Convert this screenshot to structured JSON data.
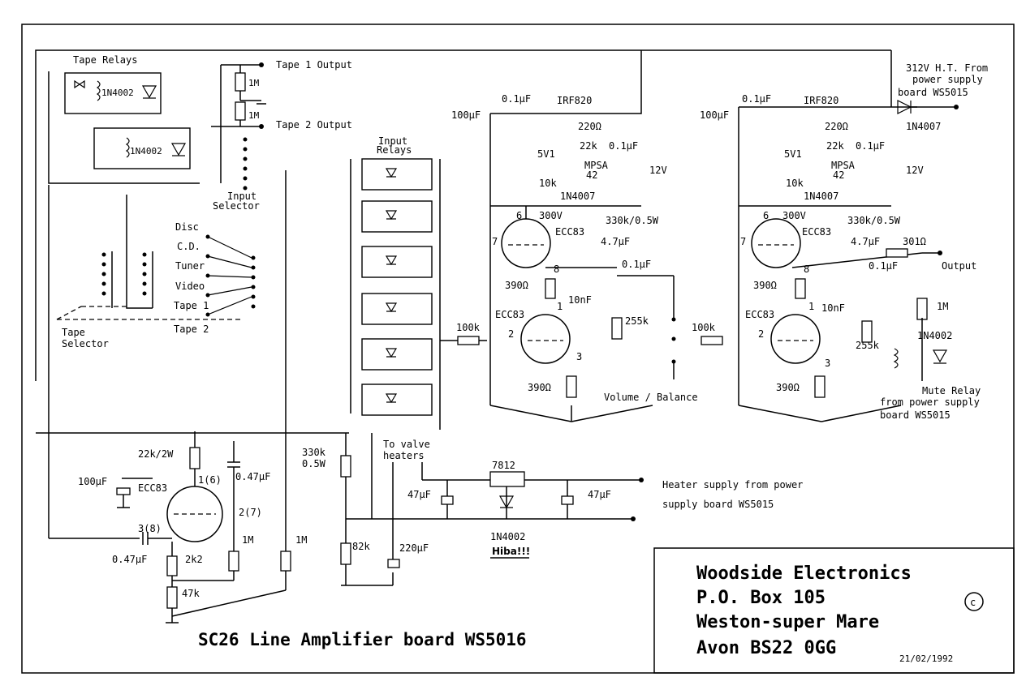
{
  "title": "SC26 Line Amplifier board WS5016",
  "company": {
    "name": "Woodside Electronics",
    "address1": "P.O. Box 105",
    "address2": "Weston-super Mare",
    "address3": "Avon BS22 0GG",
    "copyright": "c",
    "date": "21/02/1992"
  },
  "labels": {
    "tape_relays": "Tape Relays",
    "tape1_output": "Tape 1 Output",
    "tape2_output": "Tape 2 Output",
    "input_relays_1": "Input",
    "input_relays_2": "Relays",
    "input_selector_1": "Input",
    "input_selector_2": "Selector",
    "tape_selector_1": "Tape",
    "tape_selector_2": "Selector",
    "src_disc": "Disc",
    "src_cd": "C.D.",
    "src_tuner": "Tuner",
    "src_video": "Video",
    "src_tape1": "Tape 1",
    "src_tape2": "Tape 2",
    "ht_1": "312V H.T. From",
    "ht_2": "power supply",
    "ht_3": "board WS5015",
    "output": "Output",
    "mute_1": "Mute Relay",
    "mute_2": "from power supply",
    "mute_3": "board WS5015",
    "volume_balance": "Volume / Balance",
    "heater_1": "Heater supply from power",
    "heater_2": "supply board WS5015",
    "to_valve_1": "To valve",
    "to_valve_2": "heaters",
    "hiba": "Hiba!!!"
  },
  "components": {
    "r_1m": "1M",
    "d_1n4002": "1N4002",
    "d_1n4007": "1N4007",
    "c_100uf": "100µF",
    "c_01uf": "0.1µF",
    "q_irf820": "IRF820",
    "r_220": "220Ω",
    "z_5v1": "5V1",
    "r_22k": "22k",
    "q_mpsa42": "MPSA",
    "q_mpsa42_b": "42",
    "z_12v": "12V",
    "r_10k": "10k",
    "r_330k_05w": "330k/0.5W",
    "v_300v": "300V",
    "tube_ecc83": "ECC83",
    "c_47uf": "4.7µF",
    "r_390": "390Ω",
    "c_10nf": "10nF",
    "r_100k": "100k",
    "r_255k": "255k",
    "r_301": "301Ω",
    "r_22k_2w": "22k/2W",
    "c_047uf": "0.47µF",
    "r_2k2": "2k2",
    "r_47k": "47k",
    "r_330k": "330k",
    "r_05w": "0.5W",
    "r_82k": "82k",
    "c_220uf": "220µF",
    "c_47uf_big": "47µF",
    "reg_7812": "7812",
    "pin_1_6": "1(6)",
    "pin_2_7": "2(7)",
    "pin_3_8": "3(8)",
    "pin_1": "1",
    "pin_2": "2",
    "pin_3": "3",
    "pin_6": "6",
    "pin_7": "7",
    "pin_8": "8"
  }
}
